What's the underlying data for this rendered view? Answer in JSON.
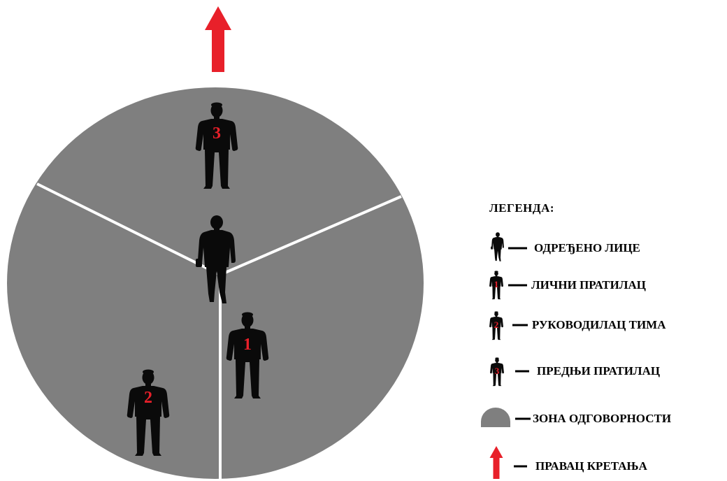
{
  "diagram": {
    "direction_color": "#e8202a",
    "zone_color": "#7f7f7f",
    "figure_color": "#0a0a0a",
    "figures": [
      {
        "role": "principal",
        "number": ""
      },
      {
        "role": "personal-escort",
        "number": "1"
      },
      {
        "role": "team-leader",
        "number": "2"
      },
      {
        "role": "front-escort",
        "number": "3"
      }
    ]
  },
  "legend": {
    "title": "ЛЕГЕНДА:",
    "items": [
      {
        "icon": "principal-icon",
        "label": "ОДРЕЂЕНО ЛИЦЕ"
      },
      {
        "icon": "personal-escort-icon",
        "number": "1",
        "label": "ЛИЧНИ ПРАТИЛАЦ"
      },
      {
        "icon": "team-leader-icon",
        "number": "2",
        "label": "РУКОВОДИЛАЦ ТИМА"
      },
      {
        "icon": "front-escort-icon",
        "number": "3",
        "label": "ПРЕДЊИ ПРАТИЛАЦ"
      },
      {
        "icon": "zone-icon",
        "label": "ЗОНА ОДГОВОРНОСТИ"
      },
      {
        "icon": "direction-arrow-icon",
        "label": "ПРАВАЦ КРЕТАЊА"
      }
    ]
  }
}
